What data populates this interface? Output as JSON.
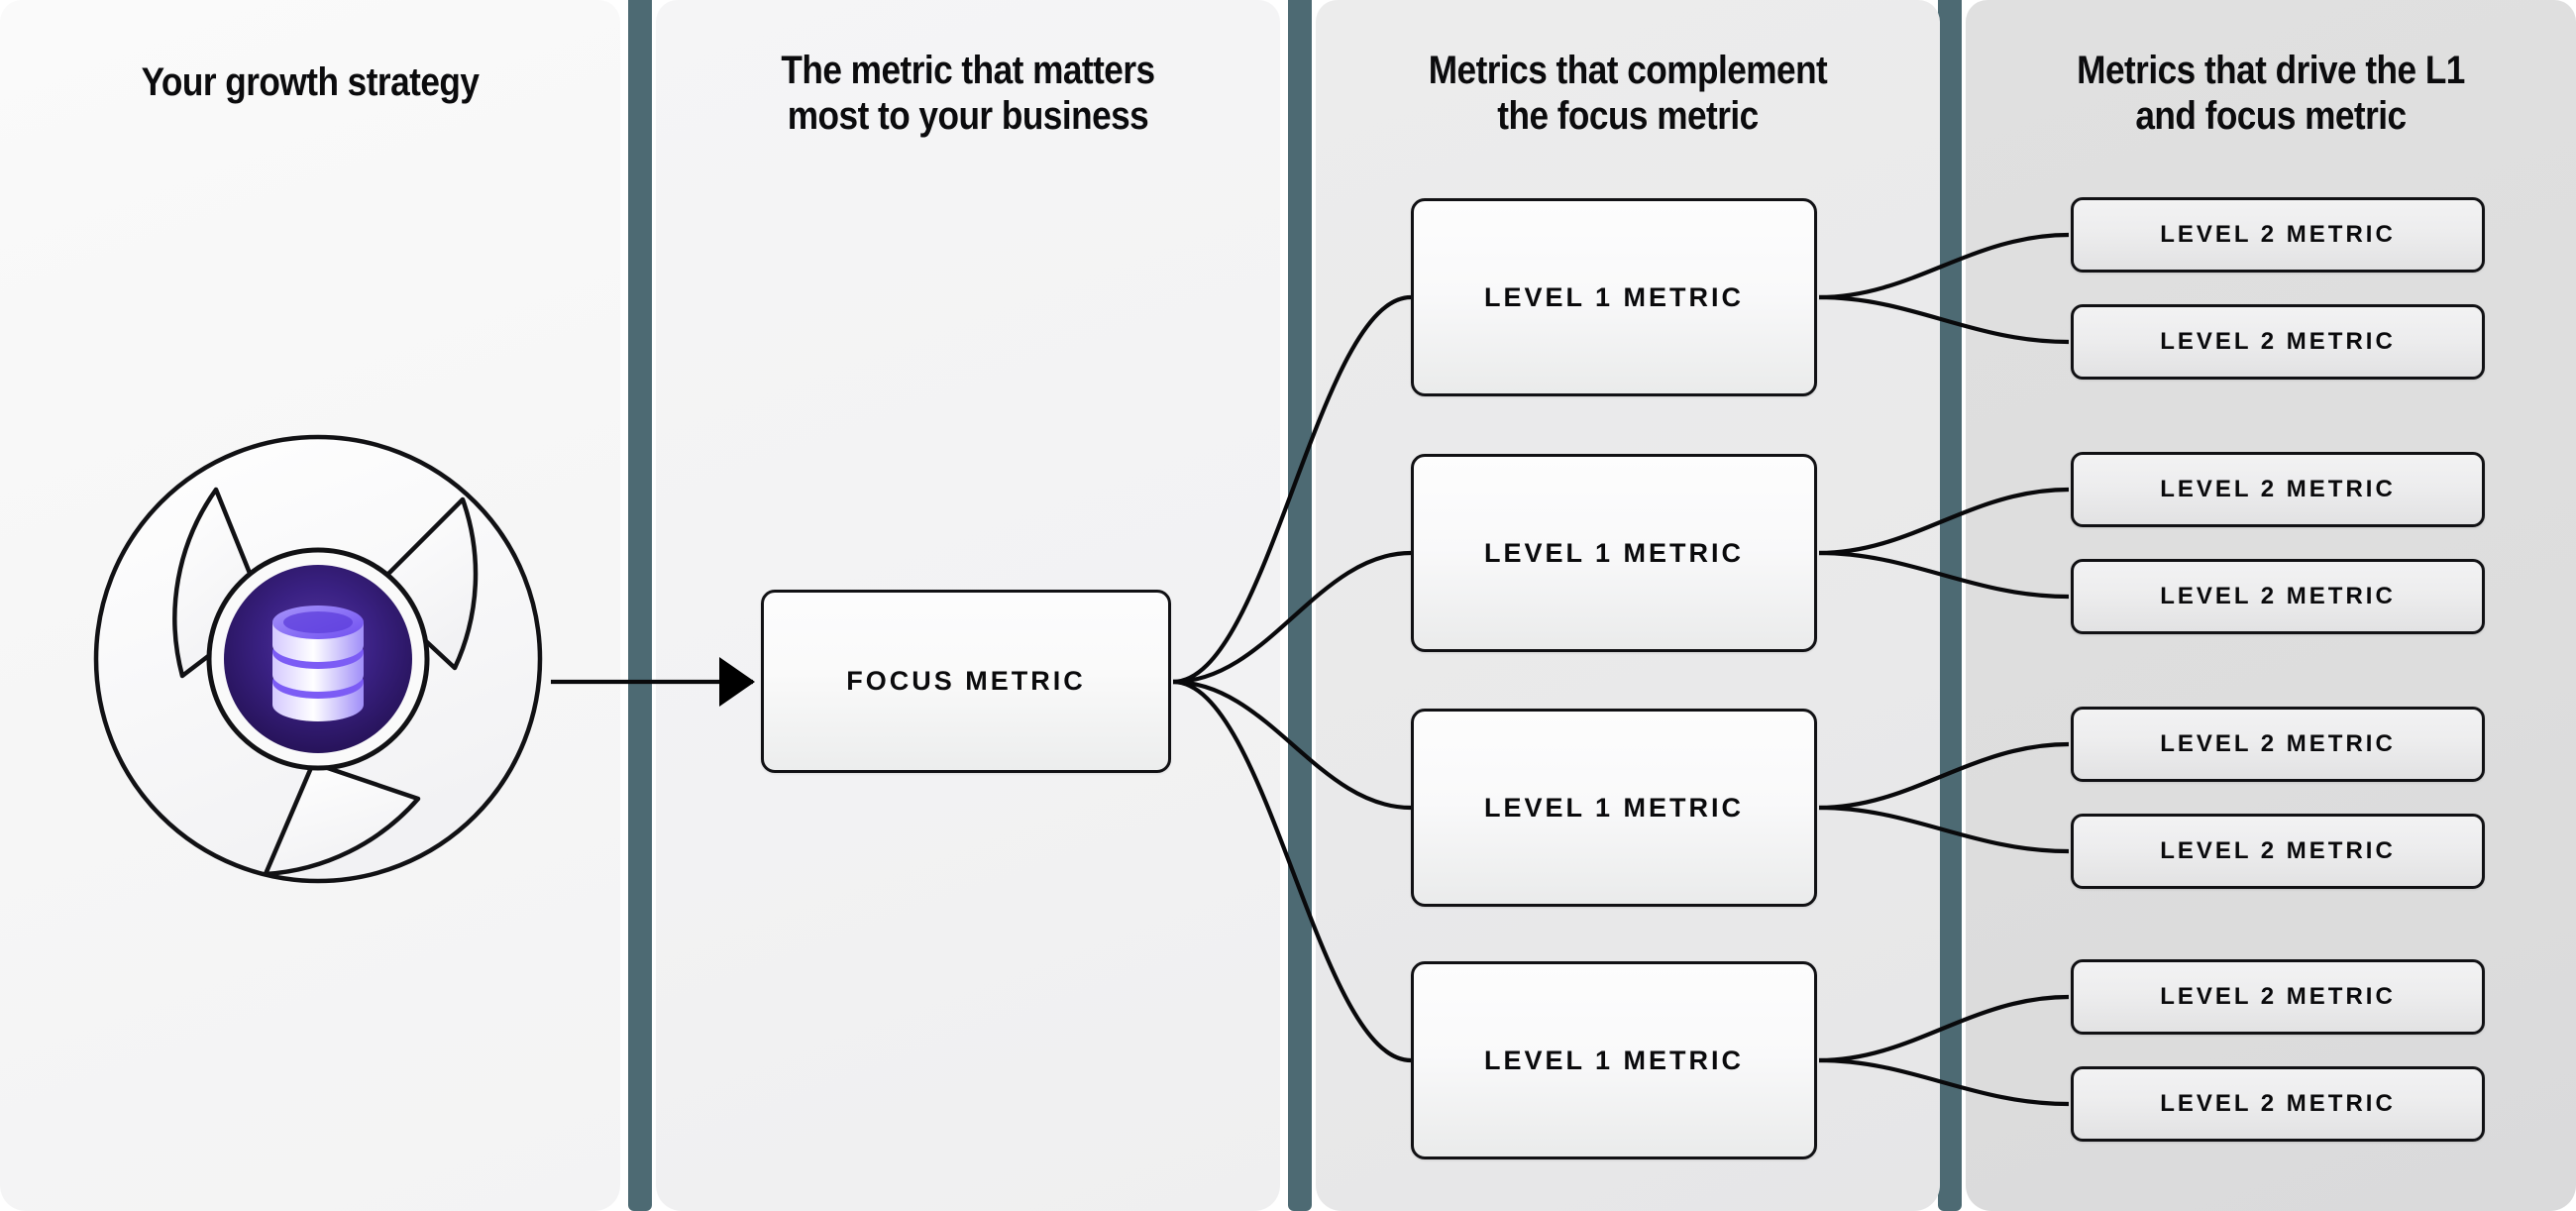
{
  "columns": [
    {
      "id": "growth-strategy",
      "heading": "Your growth strategy"
    },
    {
      "id": "focus-metric",
      "heading": "The metric that matters\nmost to your business"
    },
    {
      "id": "level-1-metrics",
      "heading": "Metrics that complement\nthe focus metric"
    },
    {
      "id": "level-2-metrics",
      "heading": "Metrics that drive the L1\nand focus metric"
    }
  ],
  "emblem": {
    "icon_name": "database-icon",
    "surround_name": "aperture-pinwheel-shape",
    "colors": {
      "ring_outline": "#111114",
      "blade_fill": "#fbfbfc",
      "core_outer": "#4b2fa8",
      "core_inner": "#2a1563",
      "db_body": "#7c5cf5",
      "db_highlight": "#c7b9fd"
    }
  },
  "focus_node": {
    "label": "FOCUS METRIC"
  },
  "level1_nodes": [
    {
      "label": "LEVEL 1 METRIC"
    },
    {
      "label": "LEVEL 1 METRIC"
    },
    {
      "label": "LEVEL 1 METRIC"
    },
    {
      "label": "LEVEL 1 METRIC"
    }
  ],
  "level2_nodes": [
    {
      "label": "LEVEL 2 METRIC"
    },
    {
      "label": "LEVEL 2 METRIC"
    },
    {
      "label": "LEVEL 2 METRIC"
    },
    {
      "label": "LEVEL 2 METRIC"
    },
    {
      "label": "LEVEL 2 METRIC"
    },
    {
      "label": "LEVEL 2 METRIC"
    },
    {
      "label": "LEVEL 2 METRIC"
    },
    {
      "label": "LEVEL 2 METRIC"
    }
  ],
  "theme": {
    "divider_color": "#4d6a73",
    "panel_1_bg": "#f7f7f8",
    "panel_2_bg": "#f2f2f3",
    "panel_3_bg": "#e9e9ea",
    "panel_4_bg": "#dddddd",
    "node_border": "#111114",
    "text_color": "#0b0b0d",
    "connector_color": "#09090b"
  }
}
